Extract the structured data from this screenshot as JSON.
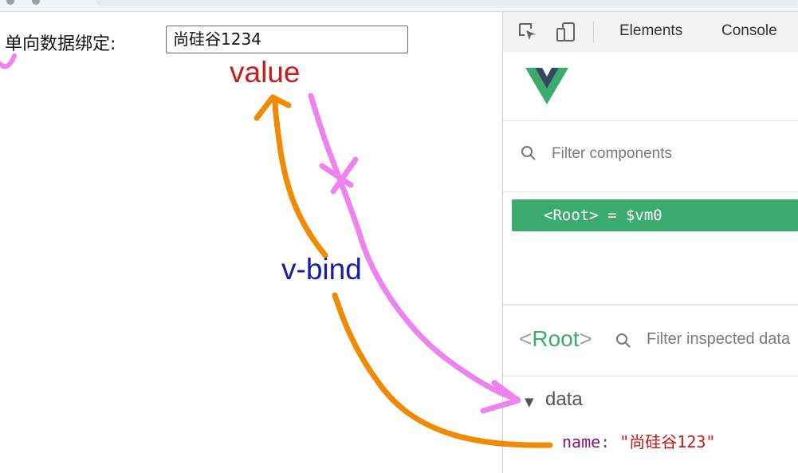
{
  "page": {
    "label": "单向数据绑定:",
    "input_value": "尚硅谷1234"
  },
  "devtools": {
    "tabs": [
      "Elements",
      "Console"
    ],
    "icons": [
      "inspect-element-icon",
      "device-toolbar-icon"
    ],
    "filter_components_placeholder": "Filter components",
    "root_item": "<Root> = $vm0",
    "inspector": {
      "root_title_open": "<",
      "root_title_name": "Root",
      "root_title_close": ">",
      "filter_placeholder": "Filter inspected data"
    },
    "data": {
      "section_label": "data",
      "prop_key": "name",
      "prop_value": "\"尚硅谷123\""
    }
  },
  "annotations": {
    "value_label": "value",
    "vbind_label": "v-bind",
    "colors": {
      "value": "#cc1a1a",
      "vbind": "#1a1aaa",
      "pink": "#ee82ee",
      "orange": "#f08a00"
    }
  },
  "colors": {
    "vue_green": "#3bab6f",
    "vue_dark": "#35495e"
  }
}
